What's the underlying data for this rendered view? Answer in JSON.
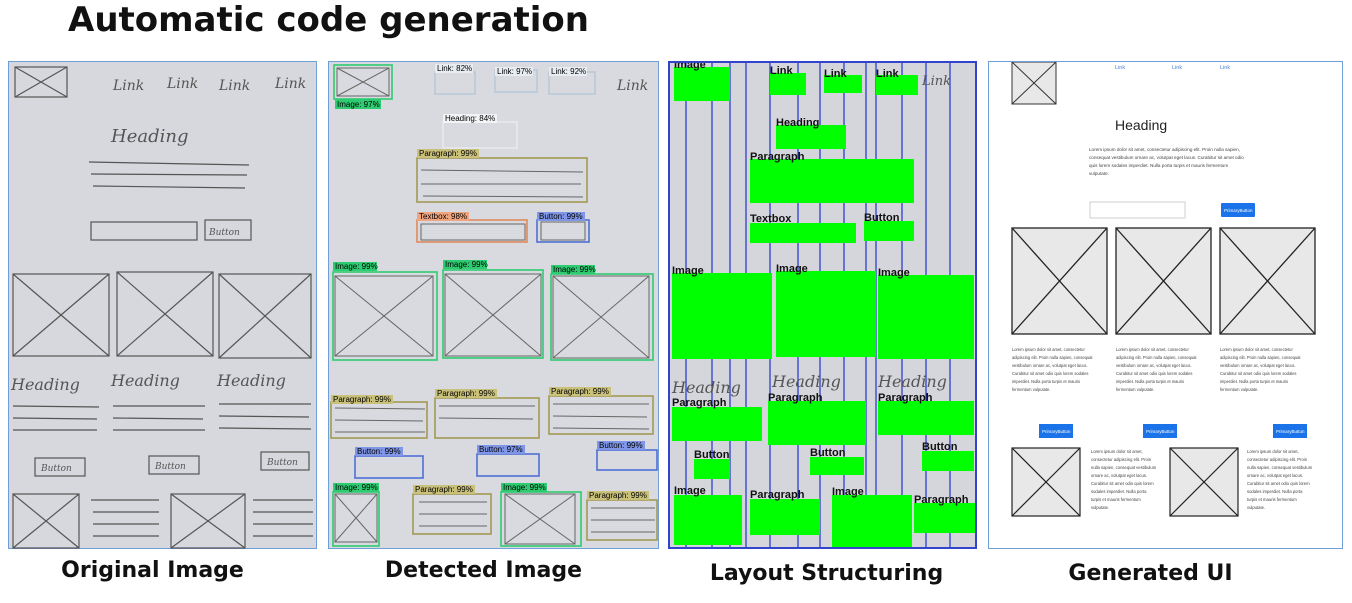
{
  "title": "Automatic code generation",
  "captions": [
    "Original Image",
    "Detected Image",
    "Layout Structuring",
    "Generated UI"
  ],
  "sketch": {
    "link": "Link",
    "heading": "Heading",
    "button": "Button"
  },
  "detections": {
    "image_top": "Image: 97%",
    "links": [
      "Link: 82%",
      "Link: 97%",
      "Link: 92%"
    ],
    "heading": "Heading: 84%",
    "paragraph_top": "Paragraph: 99%",
    "textbox": "Textbox: 98%",
    "button_top": "Button: 99%",
    "images_row": [
      "Image: 99%",
      "Image: 99%",
      "Image: 99%"
    ],
    "paragraphs_row": [
      "Paragraph: 99%",
      "Paragraph: 99%",
      "Paragraph: 99%"
    ],
    "buttons_row": [
      "Button: 99%",
      "Button: 97%",
      "Button: 99%"
    ],
    "bottom": [
      "Image: 99%",
      "Paragraph: 99%",
      "Image: 99%",
      "Paragraph: 99%"
    ]
  },
  "layout_labels": {
    "image": "Image",
    "link": "Link",
    "heading": "Heading",
    "paragraph": "Paragraph",
    "textbox": "Textbox",
    "button": "Button"
  },
  "generated": {
    "links": [
      "Link",
      "Link",
      "Link"
    ],
    "heading": "Heading",
    "paragraph_lines": [
      "Lorem ipsum dolor sit amet, consectetur adipiscing elit. Proin nulla sapien,",
      "consequat vestibulum ornare ac, volutpat eget lacus. Curabitur sit amet odio",
      "quis lorem sodales imperdiet. Nulla porta turpis et mauris fermentum",
      "vulputate."
    ],
    "column_lines": [
      "Lorem ipsum dolor sit amet, consectetur",
      "adipiscing elit. Proin nulla sapien, consequat",
      "vestibulum ornare ac, volutpat eget lacus.",
      "Curabitur sit amet odio quis lorem sodales",
      "imperdiet. Nulla porta turpis et mauris",
      "fermentum vulputate."
    ],
    "bottom_lines": [
      "Lorem ipsum dolor sit amet,",
      "consectetur adipiscing elit. Proin",
      "nulla sapien, consequat vestibulum",
      "ornare ac, volutpat eget lacus.",
      "Curabitur sit amet odio quis lorem",
      "sodales imperdiet. Nulla porta",
      "turpis et mauris fermentum",
      "vulputate."
    ],
    "button": "PrimaryButton"
  },
  "colors": {
    "detect_image": "#2ecc71",
    "detect_paragraph": "#a39a54",
    "detect_textbox": "#e08a5c",
    "detect_button": "#4f6fd6",
    "layout_fill": "#00ff00",
    "layout_line": "#2233cc",
    "primary_button": "#1a73e8"
  }
}
